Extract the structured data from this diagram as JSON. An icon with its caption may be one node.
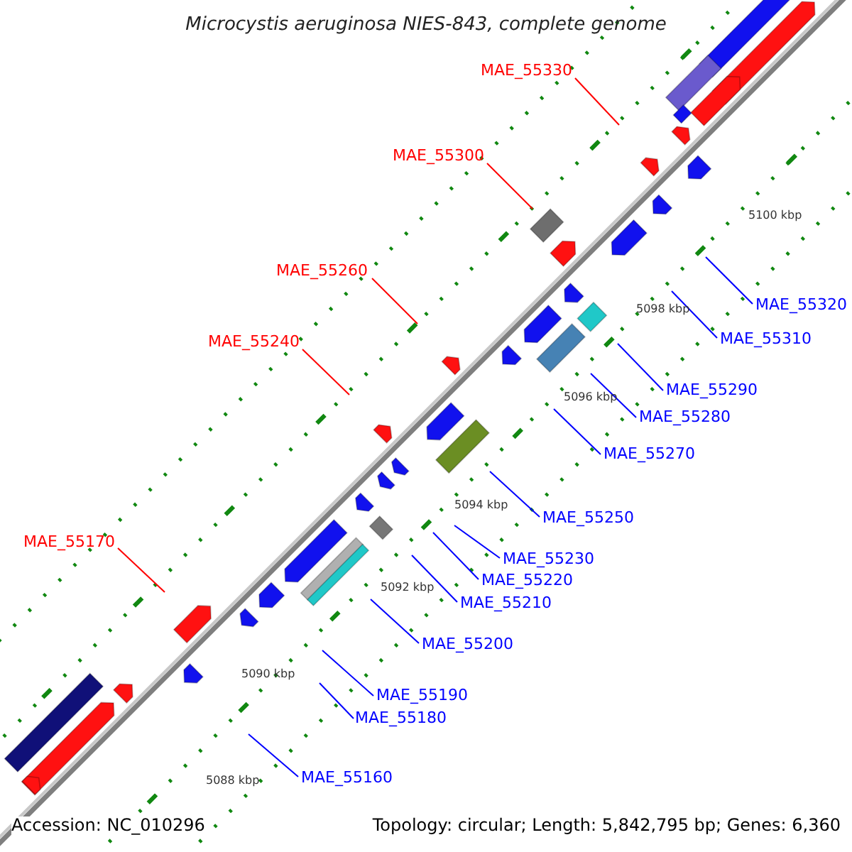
{
  "diagram": {
    "title": "Microcystis aeruginosa NIES-843, complete genome",
    "nodes": [
      {
        "text": [
          "MAE_55330"
        ]
      },
      {
        "text": [
          "MAE_55300"
        ]
      },
      {
        "text": [
          "MAE_55260"
        ]
      },
      {
        "text": [
          "MAE_55320"
        ]
      },
      {
        "text": [
          "MAE_55310"
        ]
      },
      {
        "text": [
          "MAE_55240"
        ]
      },
      {
        "text": [
          "MAE_55290"
        ]
      },
      {
        "text": [
          "MAE_55280"
        ]
      },
      {
        "text": [
          "MAE_55270"
        ]
      },
      {
        "text": [
          "MAE_55250"
        ]
      },
      {
        "text": [
          "MAE_55170"
        ]
      },
      {
        "text": [
          "MAE_55230"
        ]
      },
      {
        "text": [
          "MAE_55220"
        ]
      },
      {
        "text": [
          "MAE_55210"
        ]
      },
      {
        "text": [
          "MAE_55200"
        ]
      },
      {
        "text": [
          "MAE_55190"
        ]
      },
      {
        "text": [
          "MAE_55180"
        ]
      },
      {
        "text": [
          "MAE_55160"
        ]
      }
    ],
    "edges": [
      {
        "from": 0,
        "to": null,
        "arrow": "none",
        "color": "#ff0000"
      },
      {
        "from": 1,
        "to": null,
        "arrow": "none",
        "color": "#ff0000"
      },
      {
        "from": 2,
        "to": null,
        "arrow": "none",
        "color": "#ff0000"
      },
      {
        "from": 3,
        "to": null,
        "arrow": "none"
      },
      {
        "from": 4,
        "to": null,
        "arrow": "none"
      },
      {
        "from": 5,
        "to": null,
        "arrow": "none",
        "color": "#ff0000"
      },
      {
        "from": 6,
        "to": null,
        "arrow": "none"
      },
      {
        "from": 7,
        "to": null,
        "arrow": "none"
      },
      {
        "from": 8,
        "to": null,
        "arrow": "none"
      },
      {
        "from": 9,
        "to": null,
        "arrow": "none"
      },
      {
        "from": 10,
        "to": null,
        "arrow": "none",
        "color": "#ff0000"
      },
      {
        "from": 11,
        "to": null,
        "arrow": "none"
      },
      {
        "from": 12,
        "to": null,
        "arrow": "none"
      },
      {
        "from": 13,
        "to": null,
        "arrow": "none"
      },
      {
        "from": 14,
        "to": null,
        "arrow": "none"
      },
      {
        "from": 15,
        "to": null,
        "arrow": "none"
      },
      {
        "from": 16,
        "to": null,
        "arrow": "none"
      },
      {
        "from": 17,
        "to": null,
        "arrow": "none"
      }
    ],
    "labels": [
      "5100 kbp",
      "5098 kbp",
      "5096 kbp",
      "5094 kbp",
      "5092 kbp",
      "5090 kbp",
      "5088 kbp",
      "Accession: NC_010296",
      "Topology: circular; Length: 5,842,795 bp; Genes: 6,360"
    ]
  }
}
